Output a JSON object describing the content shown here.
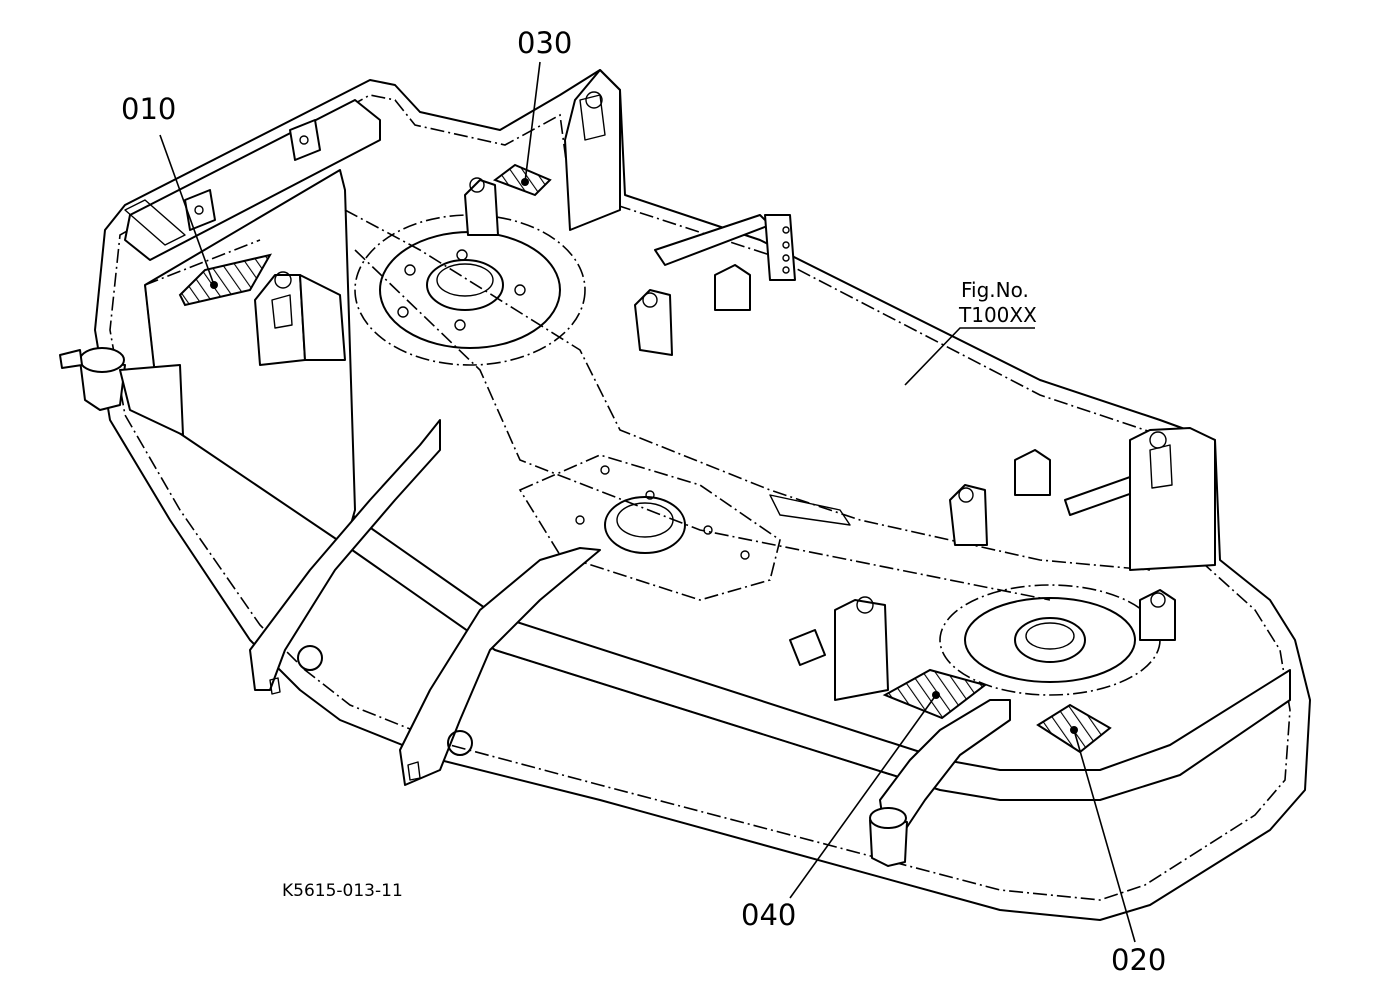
{
  "callouts": [
    {
      "id": "010",
      "label": "010"
    },
    {
      "id": "020",
      "label": "020"
    },
    {
      "id": "030",
      "label": "030"
    },
    {
      "id": "040",
      "label": "040"
    }
  ],
  "figure": {
    "fig_label": "Fig.No.",
    "fig_number": "T100XX",
    "drawing_code": "K5615-013-11"
  }
}
